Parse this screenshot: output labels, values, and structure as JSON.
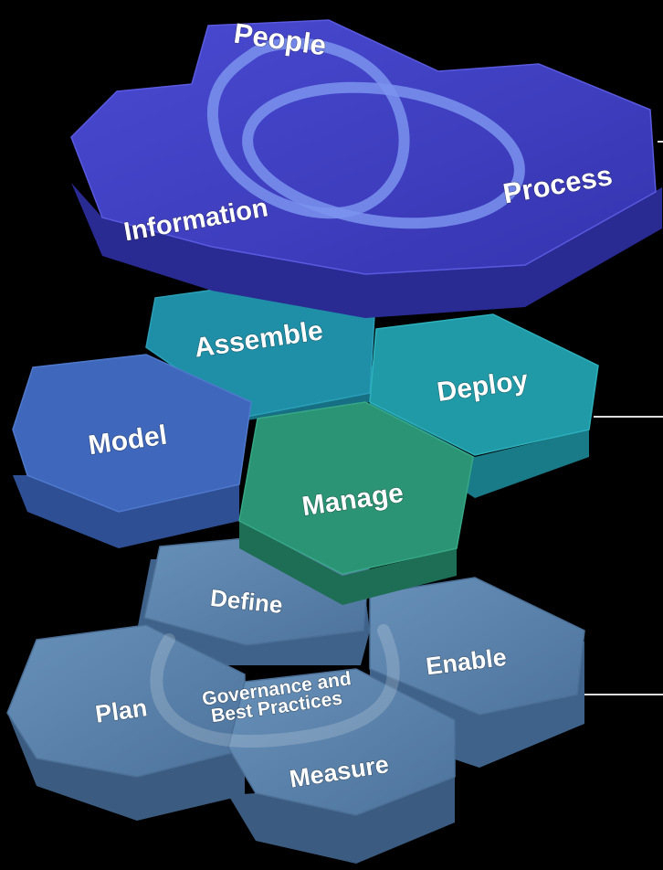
{
  "top_layer": {
    "labels": {
      "people": "People",
      "information": "Information",
      "process": "Process"
    },
    "colors": {
      "top": "#3f3fc4",
      "side": "#2a2a93",
      "ring": "#6f86e8"
    }
  },
  "middle_layer": {
    "labels": {
      "assemble": "Assemble",
      "deploy": "Deploy",
      "model": "Model",
      "manage": "Manage"
    },
    "colors": {
      "assemble": "#1f8fa8",
      "deploy": "#219aa8",
      "model": "#3f67bb",
      "manage": "#2b9474"
    }
  },
  "bottom_layer": {
    "labels": {
      "define": "Define",
      "enable": "Enable",
      "plan": "Plan",
      "measure": "Measure",
      "governance_line1": "Governance and",
      "governance_line2": "Best Practices"
    },
    "colors": {
      "top": "#5a82ad",
      "side": "#3d5f85"
    }
  },
  "connectors": {
    "color": "#dddddd"
  }
}
